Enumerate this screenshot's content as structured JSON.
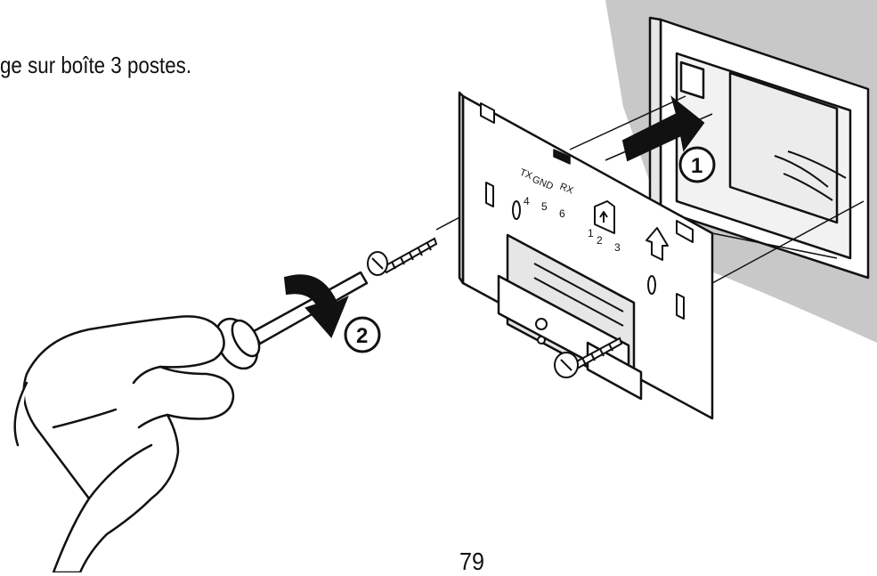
{
  "caption": "ge sur boîte 3 postes.",
  "page_number": "79",
  "plate_labels": {
    "tx": "TX",
    "gnd": "GND",
    "rx": "RX",
    "pin4": "4",
    "pin5": "5",
    "pin6": "6",
    "pin1": "1",
    "pin2": "2",
    "pin3": "3"
  },
  "steps": {
    "step1": "1",
    "step2": "2"
  },
  "colors": {
    "wall": "#c8c8c8",
    "ink": "#111111",
    "paper": "#ffffff"
  }
}
